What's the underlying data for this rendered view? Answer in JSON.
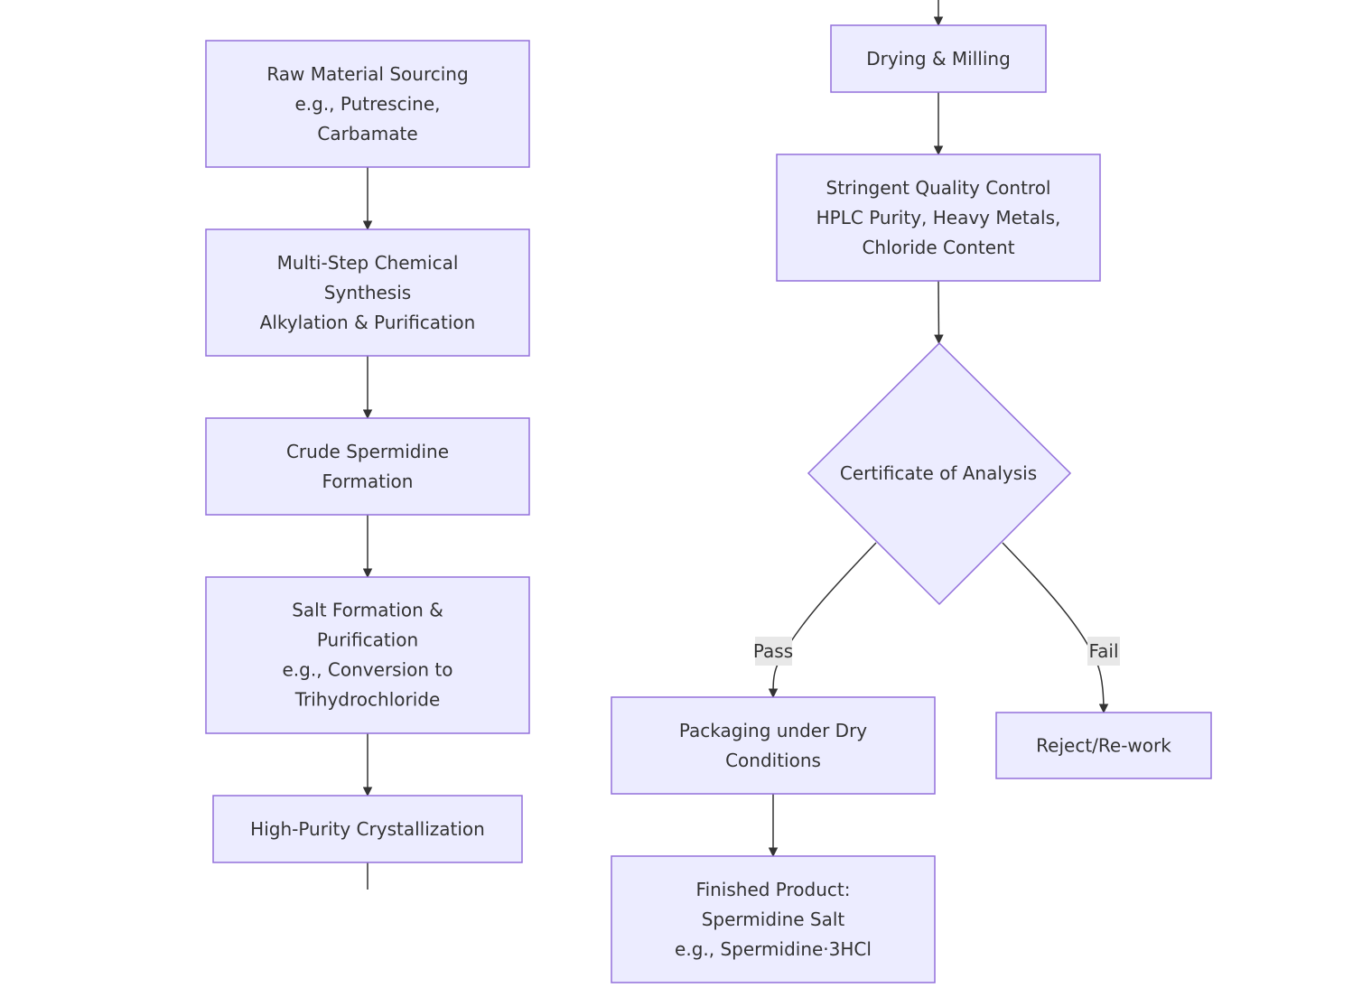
{
  "nodes": {
    "raw_material": [
      "Raw Material Sourcing",
      "e.g., Putrescine,",
      "Carbamate"
    ],
    "synthesis": [
      "Multi-Step Chemical",
      "Synthesis",
      "Alkylation & Purification"
    ],
    "crude": [
      "Crude Spermidine",
      "Formation"
    ],
    "salt": [
      "Salt Formation &",
      "Purification",
      "e.g., Conversion to",
      "Trihydrochloride"
    ],
    "crystallization": [
      "High-Purity Crystallization"
    ],
    "drying": [
      "Drying & Milling"
    ],
    "qc": [
      "Stringent Quality Control",
      "HPLC Purity, Heavy Metals,",
      "Chloride Content"
    ],
    "coa": [
      "Certificate of Analysis"
    ],
    "packaging": [
      "Packaging under Dry",
      "Conditions"
    ],
    "reject": [
      "Reject/Re-work"
    ],
    "finished": [
      "Finished Product:",
      "Spermidine Salt",
      "e.g., Spermidine·3HCl"
    ]
  },
  "edge_labels": {
    "pass": "Pass",
    "fail": "Fail"
  },
  "colors": {
    "node_fill": "#ececff",
    "node_stroke": "#9370db",
    "edge": "#333333",
    "edge_label_bg": "#e8e8e8"
  }
}
